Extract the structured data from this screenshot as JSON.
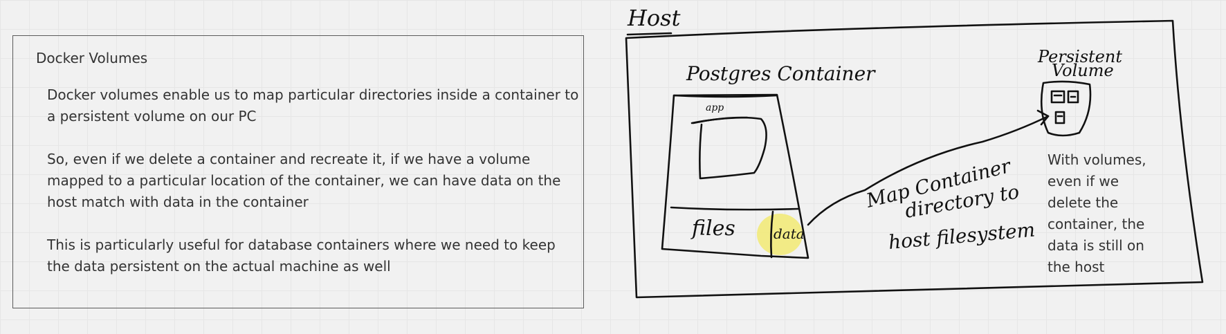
{
  "note": {
    "title": "Docker Volumes",
    "paragraphs": [
      "Docker volumes enable us to map particular directories inside a container to a persistent volume on our PC",
      "So, even if we delete a container and recreate it, if we have a volume mapped to a particular location of the container, we can have data on the host match with data in the container",
      "This is particularly useful for database containers where we need to keep the data persistent on the actual machine as well"
    ]
  },
  "sketch": {
    "host_label": "Host",
    "container_label": "Postgres Container",
    "app_label": "app",
    "files_label": "files",
    "data_label": "data",
    "volume_label_line1": "Persistent",
    "volume_label_line2": "Volume",
    "arrow_label_line1": "Map Container",
    "arrow_label_line2": "directory to",
    "arrow_label_line3": "host filesystem",
    "highlight_color": "#f2ea7a",
    "ink_color": "#111111"
  },
  "side_note": {
    "lines": [
      "With volumes,",
      "even if we",
      "delete the",
      "container, the",
      "data is still on",
      "the host"
    ]
  }
}
